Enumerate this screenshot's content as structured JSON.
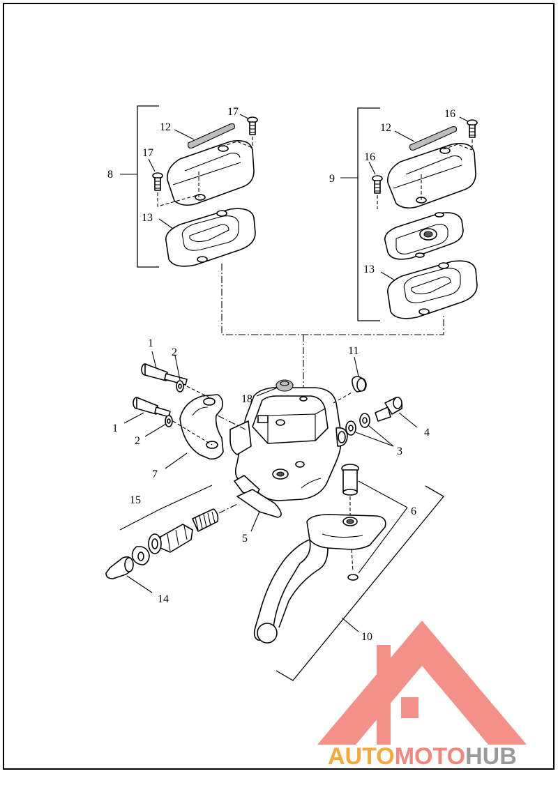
{
  "callouts": {
    "c1a": "1",
    "c1b": "1",
    "c2a": "2",
    "c2b": "2",
    "c3": "3",
    "c4": "4",
    "c5": "5",
    "c6": "6",
    "c7": "7",
    "c8": "8",
    "c9": "9",
    "c10": "10",
    "c11": "11",
    "c12a": "12",
    "c12b": "12",
    "c13a": "13",
    "c13b": "13",
    "c14": "14",
    "c15": "15",
    "c16a": "16",
    "c16b": "16",
    "c17a": "17",
    "c17b": "17",
    "c18": "18"
  },
  "watermark": {
    "part1": "AUTO",
    "part2": "MOTO",
    "part3": "HUB",
    "colors": {
      "auto": "#f6a93b",
      "moto": "#f2877e",
      "hub": "#9a9a9a",
      "triangle": "#f2877e"
    }
  }
}
